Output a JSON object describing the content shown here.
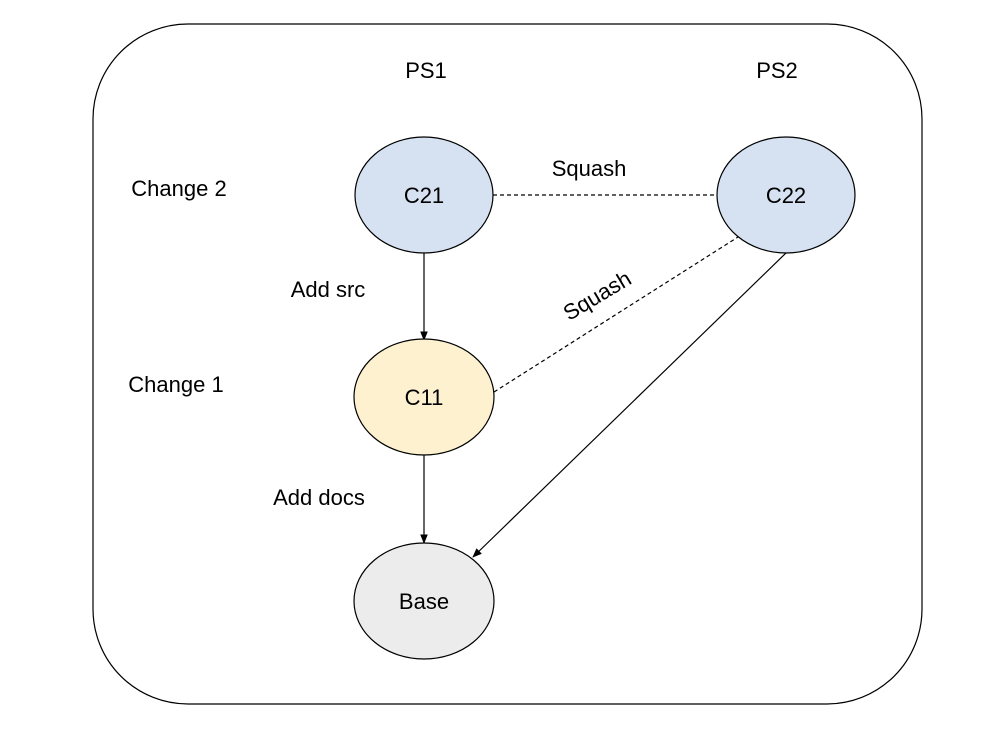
{
  "columns": {
    "ps1": "PS1",
    "ps2": "PS2"
  },
  "rows": {
    "change2": "Change 2",
    "change1": "Change 1"
  },
  "nodes": {
    "c21": {
      "label": "C21",
      "fill": "#d6e2f1"
    },
    "c22": {
      "label": "C22",
      "fill": "#d6e2f1"
    },
    "c11": {
      "label": "C11",
      "fill": "#fdf1cf"
    },
    "base": {
      "label": "Base",
      "fill": "#ececec"
    }
  },
  "edges": {
    "add_src": "Add src",
    "add_docs": "Add docs",
    "squash_top": "Squash",
    "squash_diag": "Squash"
  }
}
